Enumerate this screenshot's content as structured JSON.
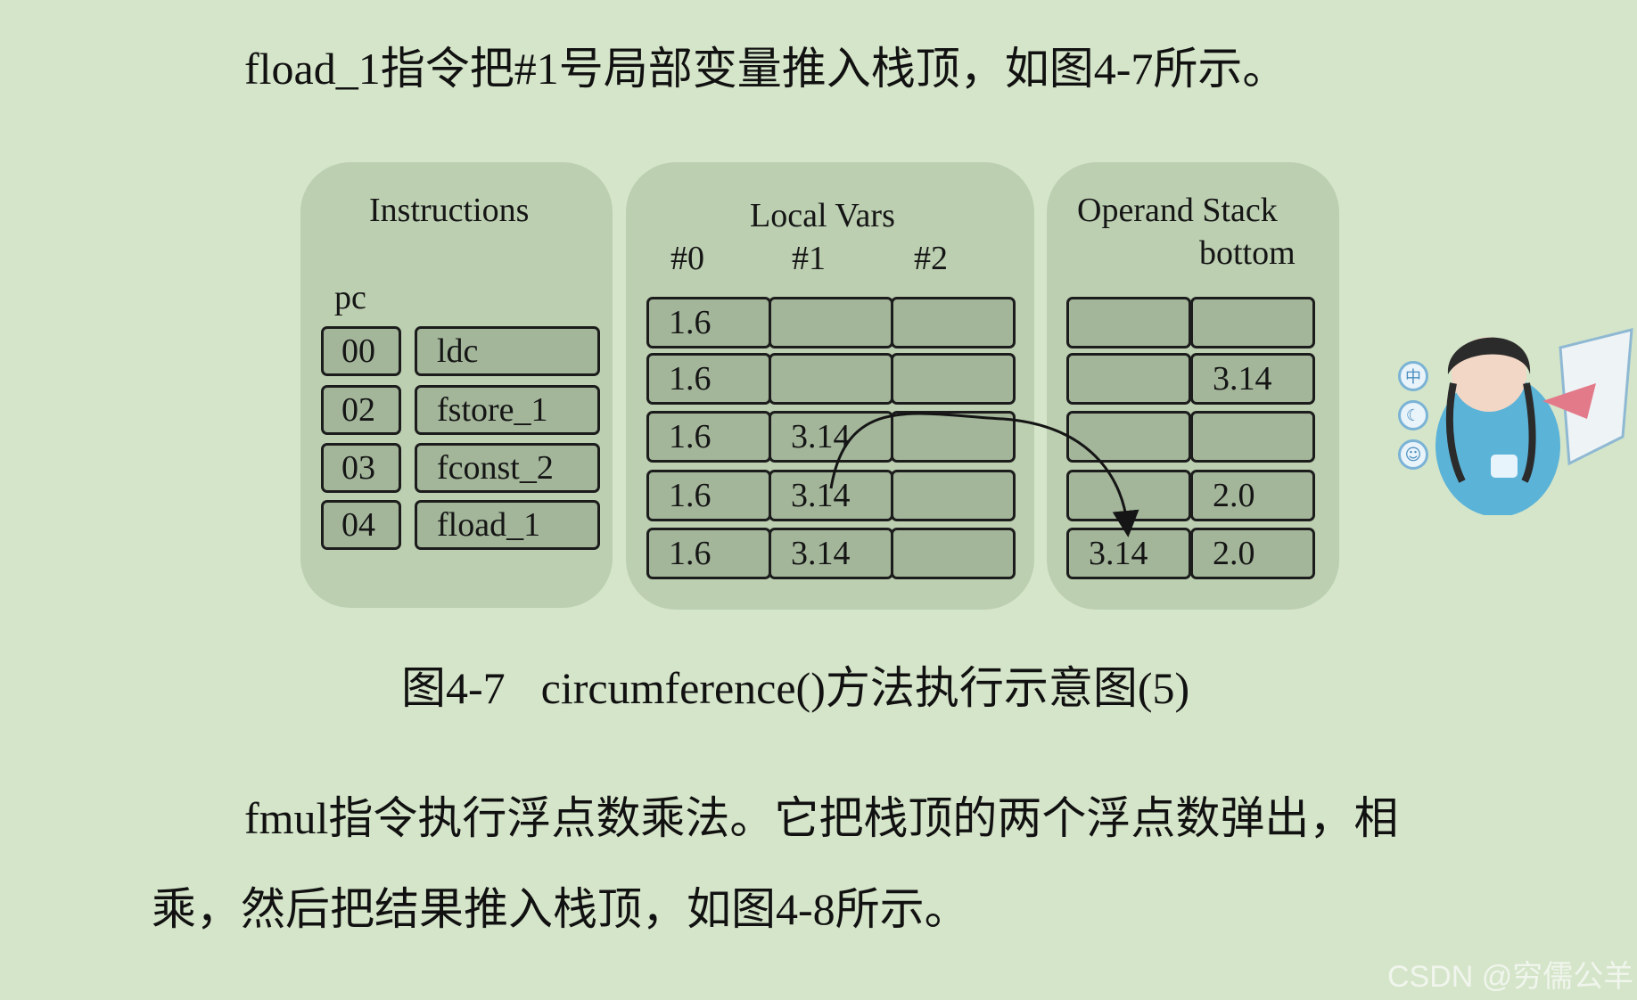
{
  "paragraph1": "fload_1指令把#1号局部变量推入栈顶，如图4-7所示。",
  "figure": {
    "caption_num": "图4-7",
    "caption_text": "circumference()方法执行示意图(5)",
    "instructions": {
      "title": "Instructions",
      "pc_label": "pc",
      "rows": [
        {
          "pc": "00",
          "op": "ldc"
        },
        {
          "pc": "02",
          "op": "fstore_1"
        },
        {
          "pc": "03",
          "op": "fconst_2"
        },
        {
          "pc": "04",
          "op": "fload_1"
        }
      ]
    },
    "local_vars": {
      "title": "Local Vars",
      "headers": [
        "#0",
        "#1",
        "#2"
      ],
      "rows": [
        [
          "1.6",
          "",
          ""
        ],
        [
          "1.6",
          "",
          ""
        ],
        [
          "1.6",
          "3.14",
          ""
        ],
        [
          "1.6",
          "3.14",
          ""
        ],
        [
          "1.6",
          "3.14",
          ""
        ]
      ]
    },
    "operand_stack": {
      "title": "Operand Stack",
      "bottom_label": "bottom",
      "rows": [
        [
          "",
          ""
        ],
        [
          "",
          "3.14"
        ],
        [
          "",
          ""
        ],
        [
          "",
          "2.0"
        ],
        [
          "3.14",
          "2.0"
        ]
      ]
    }
  },
  "paragraph2_line1": "fmul指令执行浮点数乘法。它把栈顶的两个浮点数弹出，相",
  "paragraph2_line2": "乘，然后把结果推入栈顶，如图4-8所示。",
  "watermark": "CSDN @穷儒公羊",
  "side_toolbar": {
    "icon1_label": "中",
    "icon2_label": "☾",
    "icon3_label": "☺"
  },
  "colors": {
    "background": "#d5e5c9",
    "panel": "#bccfb1",
    "cell": "#a3b69a",
    "border": "#1c1c1c"
  }
}
